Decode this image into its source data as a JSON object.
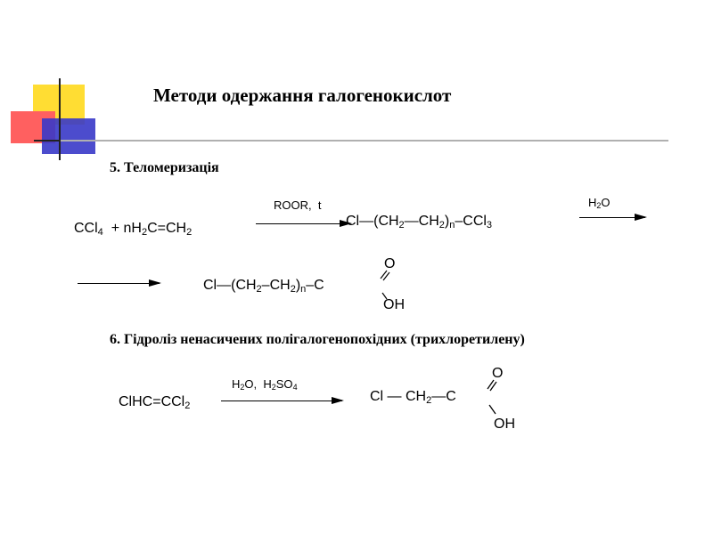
{
  "title": "Методи одержання галогенокислот",
  "section5": {
    "heading": "5. Теломеризація",
    "reactant": [
      [
        "CCl",
        ""
      ],
      [
        "",
        "4"
      ],
      [
        "  + n",
        ""
      ],
      [
        "H",
        ""
      ],
      [
        "",
        "2"
      ],
      [
        "C=CH",
        ""
      ],
      [
        "",
        "2"
      ]
    ],
    "condition1": [
      [
        "ROOR,  t",
        ""
      ]
    ],
    "intermediate": [
      [
        "Cl—(CH",
        ""
      ],
      [
        "",
        "2"
      ],
      [
        "—CH",
        ""
      ],
      [
        "",
        "2"
      ],
      [
        ")",
        ""
      ],
      [
        "",
        "n"
      ],
      [
        "–CCl",
        ""
      ],
      [
        "",
        "3"
      ]
    ],
    "condition2": [
      [
        "H",
        ""
      ],
      [
        "",
        "2"
      ],
      [
        "O",
        ""
      ]
    ],
    "product_chain": [
      [
        "Cl—(CH",
        ""
      ],
      [
        "",
        "2"
      ],
      [
        "–CH",
        ""
      ],
      [
        "",
        "2"
      ],
      [
        ")",
        ""
      ],
      [
        "",
        "n"
      ],
      [
        "–C",
        ""
      ]
    ],
    "product_o": "O",
    "product_oh": "OH"
  },
  "section6": {
    "heading": "6. Гідроліз ненасичених полігалогенопохідних (трихлоретилену)",
    "reactant": [
      [
        "ClHC=CCl",
        ""
      ],
      [
        "",
        "2"
      ]
    ],
    "condition": [
      [
        "H",
        ""
      ],
      [
        "",
        "2"
      ],
      [
        "O,  H",
        ""
      ],
      [
        "",
        "2"
      ],
      [
        "SO",
        ""
      ],
      [
        "",
        "4"
      ]
    ],
    "product_chain": [
      [
        "Cl — CH",
        ""
      ],
      [
        "",
        "2"
      ],
      [
        "—C",
        ""
      ]
    ],
    "product_o": "O",
    "product_oh": "OH"
  },
  "colors": {
    "yellow": "#ffdd33",
    "red": "#ff5555",
    "blue": "#3333cc",
    "rule": "#b0b0b0"
  }
}
